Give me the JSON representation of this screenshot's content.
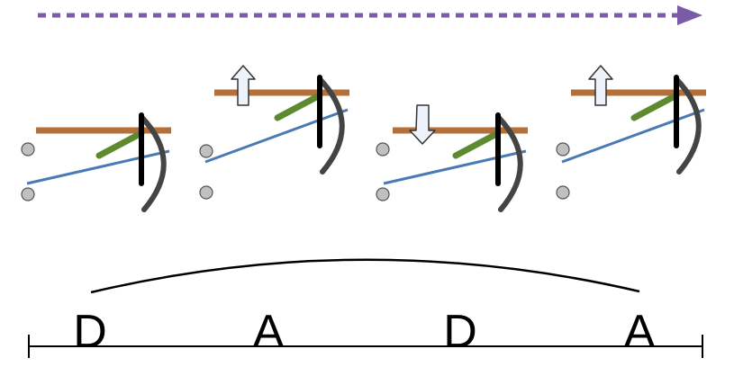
{
  "colors": {
    "arrow": "#7b5aa6",
    "horizontal_bar": "#b5703a",
    "green_segment": "#5d8a2f",
    "blue_line": "#4a7ab5",
    "vertical_bar": "#000000",
    "curve": "#444444",
    "circle_fill": "#c0c0c0",
    "block_arrow_fill": "#eef2fa"
  },
  "icons": [
    "dashed-right-arrow-icon",
    "up-arrow-icon",
    "down-arrow-icon",
    "circle-icon"
  ],
  "units": [
    {
      "shift": "none"
    },
    {
      "shift": "up"
    },
    {
      "shift": "down"
    },
    {
      "shift": "up"
    }
  ],
  "phases": [
    {
      "label": "D"
    },
    {
      "label": "A"
    },
    {
      "label": "D"
    },
    {
      "label": "A"
    }
  ]
}
